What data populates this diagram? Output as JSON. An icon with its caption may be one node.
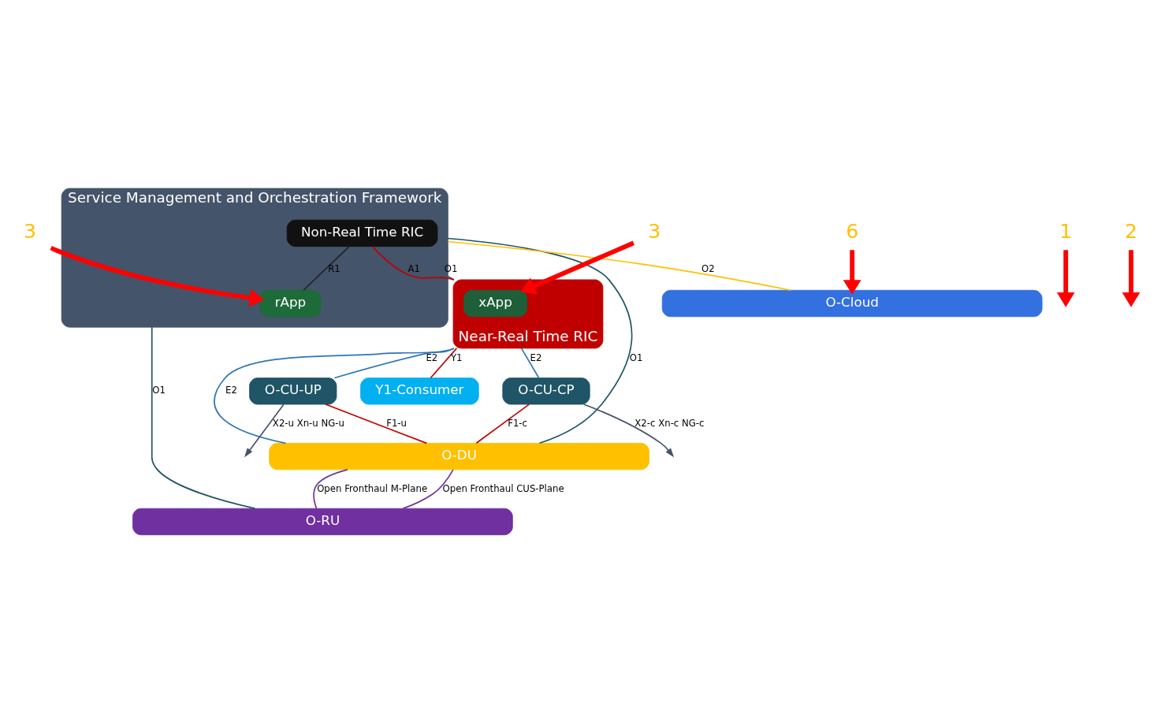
{
  "diagram": {
    "nodes": [
      {
        "text": [
          "Service Management and Orchestration Framework"
        ]
      },
      {
        "text": [
          "Non-Real Time RIC"
        ],
        "in": 0
      },
      {
        "text": [
          "rApp"
        ],
        "in": 0
      },
      {
        "text": [
          "3"
        ]
      },
      {
        "text": [
          "Near-Real Time RIC"
        ]
      },
      {
        "text": [
          "xApp"
        ],
        "in": 4
      },
      {
        "text": [
          "Y1-Consumer"
        ]
      },
      {
        "text": [
          "1"
        ]
      },
      {
        "text": [
          "3"
        ]
      },
      {
        "text": [
          "O-CU-CP"
        ]
      },
      {
        "text": [
          "2"
        ]
      },
      {
        "text": [
          "O-CU-UP"
        ]
      },
      {
        "text": [
          "O-DU"
        ]
      },
      {
        "text": [
          "O-RU"
        ]
      },
      {
        "text": [
          "O-Cloud"
        ]
      },
      {
        "text": [
          "6"
        ]
      }
    ],
    "edges": [
      {
        "from": 1,
        "to": 2,
        "arrow": "none",
        "label": "R1",
        "color": "#222222"
      },
      {
        "from": 0,
        "to": 13,
        "arrow": "none",
        "label": "O1",
        "color": "#1f5566"
      },
      {
        "from": 0,
        "to": 12,
        "arrow": "none",
        "label": "O1",
        "color": "#1f5566"
      },
      {
        "from": 0,
        "to": 4,
        "arrow": "none",
        "label": "O1",
        "color": "#1f5566"
      },
      {
        "from": 0,
        "to": 14,
        "arrow": "none",
        "label": "O2",
        "color": "#ffc000"
      },
      {
        "from": 1,
        "to": 4,
        "arrow": "none",
        "label": "A1",
        "color": "#c00000"
      },
      {
        "from": 4,
        "to": 6,
        "arrow": "none",
        "label": "Y1",
        "color": "#c00000"
      },
      {
        "from": 4,
        "to": 12,
        "arrow": "none",
        "label": "E2",
        "color": "#2e75b6"
      },
      {
        "from": 4,
        "to": 11,
        "arrow": "none",
        "label": "E2",
        "color": "#2e75b6"
      },
      {
        "from": 4,
        "to": 9,
        "arrow": "none",
        "label": "E2",
        "color": "#2e75b6"
      },
      {
        "from": 9,
        "to": null,
        "arrow": "to",
        "label": "X2-c Xn-c NG-c",
        "color": "#44546a"
      },
      {
        "from": 11,
        "to": null,
        "arrow": "to",
        "label": "X2-u Xn-u NG-u",
        "color": "#44546a"
      },
      {
        "from": 9,
        "to": 12,
        "arrow": "none",
        "label": "F1-c",
        "color": "#c00000"
      },
      {
        "from": 11,
        "to": 12,
        "arrow": "none",
        "label": "F1-u",
        "color": "#c00000"
      },
      {
        "from": 12,
        "to": 13,
        "arrow": "none",
        "label": "Open Fronthaul CUS-Plane",
        "color": "#7030a0"
      },
      {
        "from": 12,
        "to": 13,
        "arrow": "none",
        "label": "Open Fronthaul M-Plane",
        "color": "#7030a0"
      },
      {
        "from": 7,
        "to": null,
        "arrow": "to",
        "style": "thick",
        "color": "#ff0000"
      },
      {
        "from": 3,
        "to": 2,
        "arrow": "to",
        "style": "thick",
        "color": "#ff0000"
      },
      {
        "from": 8,
        "to": 5,
        "arrow": "to",
        "style": "thick",
        "color": "#ff0000"
      },
      {
        "from": 10,
        "to": null,
        "arrow": "to",
        "style": "thick",
        "color": "#ff0000"
      },
      {
        "from": 15,
        "to": 14,
        "arrow": "to",
        "style": "thick",
        "color": "#ff0000"
      }
    ]
  }
}
